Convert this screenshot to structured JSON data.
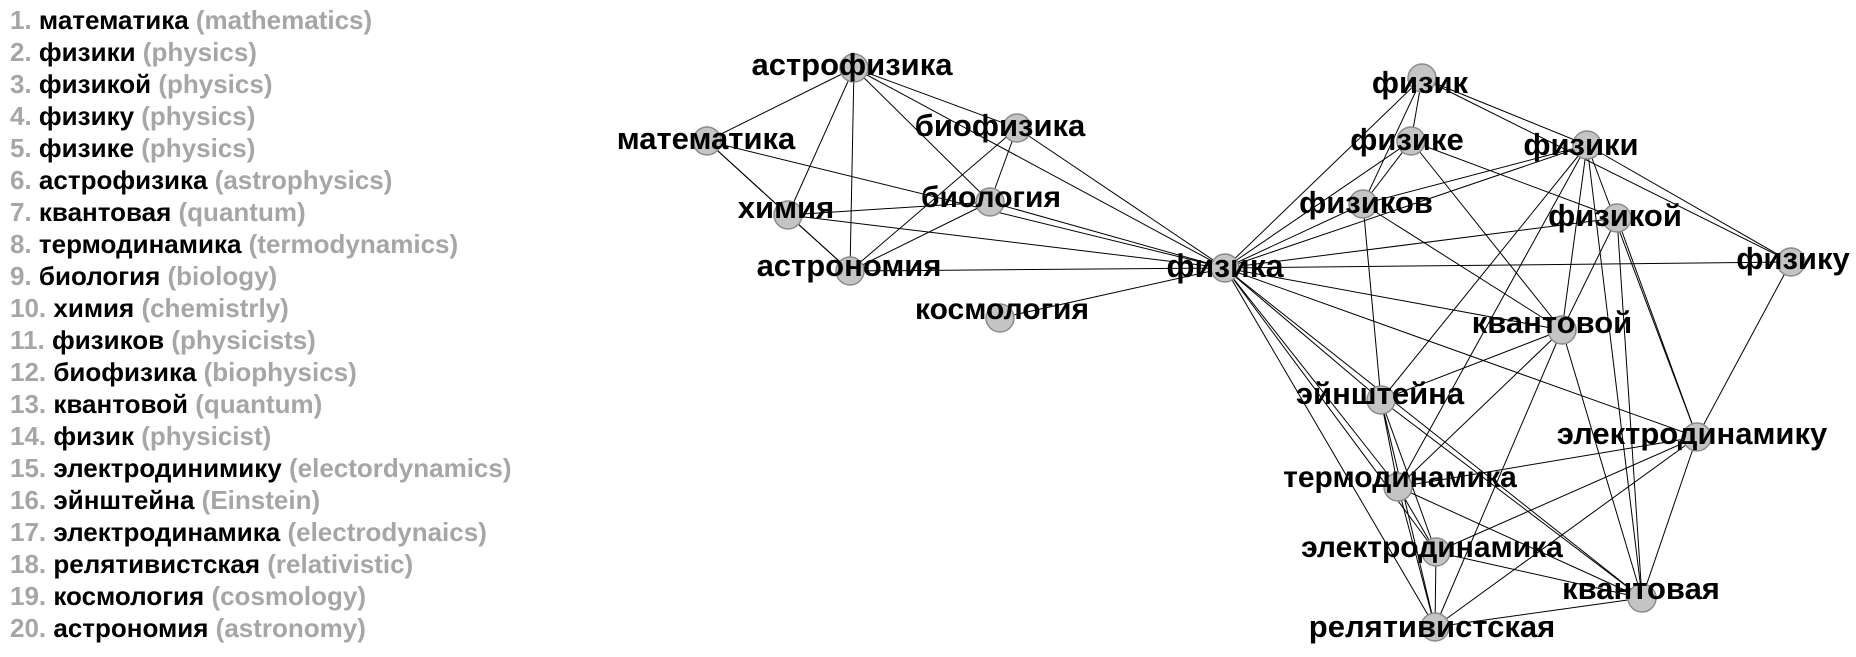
{
  "legend": [
    {
      "num": "1.",
      "term": "математика",
      "translation": "(mathematics)"
    },
    {
      "num": "2.",
      "term": "физики",
      "translation": "(physics)"
    },
    {
      "num": "3.",
      "term": "физикой",
      "translation": "(physics)"
    },
    {
      "num": "4.",
      "term": "физику",
      "translation": "(physics)"
    },
    {
      "num": "5.",
      "term": "физике",
      "translation": "(physics)"
    },
    {
      "num": "6.",
      "term": "астрофизика",
      "translation": "(astrophysics)"
    },
    {
      "num": "7.",
      "term": "квантовая",
      "translation": "(quantum)"
    },
    {
      "num": "8.",
      "term": "термодинамика",
      "translation": "(termodynamics)"
    },
    {
      "num": "9.",
      "term": "биология",
      "translation": "(biology)"
    },
    {
      "num": "10.",
      "term": "химия ",
      "translation": "(chemistrly)"
    },
    {
      "num": "11.",
      "term": "физиков",
      "translation": "(physicists)"
    },
    {
      "num": "12.",
      "term": "биофизика",
      "translation": "(biophysics)"
    },
    {
      "num": "13.",
      "term": "квантовой",
      "translation": "(quantum)"
    },
    {
      "num": "14.",
      "term": "физик",
      "translation": "(physicist)"
    },
    {
      "num": "15.",
      "term": "электродинимику",
      "translation": "(electordynamics)"
    },
    {
      "num": "16.",
      "term": "эйнштейна",
      "translation": "(Einstein)"
    },
    {
      "num": "17.",
      "term": "электродинамика",
      "translation": "(electrodynaics)"
    },
    {
      "num": "18.",
      "term": "релятивистская",
      "translation": "(relativistic)"
    },
    {
      "num": "19.",
      "term": "космология",
      "translation": "(cosmology)"
    },
    {
      "num": "20.",
      "term": "астрономия",
      "translation": "(astronomy)"
    }
  ],
  "graph": {
    "node_color": "#c4c4c4",
    "nodes": [
      {
        "id": "fizika",
        "label": "физика"
      },
      {
        "id": "astrofizika",
        "label": "астрофизика"
      },
      {
        "id": "matematika",
        "label": "математика"
      },
      {
        "id": "biofizika",
        "label": "биофизика"
      },
      {
        "id": "biologiya",
        "label": "биология"
      },
      {
        "id": "khimiya",
        "label": "химия"
      },
      {
        "id": "astronomiya",
        "label": "астрономия"
      },
      {
        "id": "kosmologiya",
        "label": "космология"
      },
      {
        "id": "fizik",
        "label": "физик"
      },
      {
        "id": "fizike",
        "label": "физике"
      },
      {
        "id": "fiziki",
        "label": "физики"
      },
      {
        "id": "fizikov",
        "label": "физиков"
      },
      {
        "id": "fizikoy",
        "label": "физикой"
      },
      {
        "id": "fiziku",
        "label": "физику"
      },
      {
        "id": "kvantovoy",
        "label": "квантовой"
      },
      {
        "id": "einshteina",
        "label": "эйнштейна"
      },
      {
        "id": "elektrodinamiku",
        "label": "электродинамику"
      },
      {
        "id": "termodinamika",
        "label": "термодинамика"
      },
      {
        "id": "elektrodinamika",
        "label": "электродинамика"
      },
      {
        "id": "kvantovaya",
        "label": "квантовая"
      },
      {
        "id": "relyativistskaya",
        "label": "релятивистская"
      }
    ],
    "edges": [
      [
        "astrofizika",
        "matematika"
      ],
      [
        "astrofizika",
        "khimiya"
      ],
      [
        "astrofizika",
        "biofizika"
      ],
      [
        "astrofizika",
        "astronomiya"
      ],
      [
        "astrofizika",
        "fizika"
      ],
      [
        "astrofizika",
        "biologiya"
      ],
      [
        "matematika",
        "khimiya"
      ],
      [
        "matematika",
        "astronomiya"
      ],
      [
        "matematika",
        "fizika"
      ],
      [
        "biofizika",
        "biologiya"
      ],
      [
        "biofizika",
        "astronomiya"
      ],
      [
        "biofizika",
        "fizika"
      ],
      [
        "biologiya",
        "khimiya"
      ],
      [
        "biologiya",
        "fizika"
      ],
      [
        "biologiya",
        "astronomiya"
      ],
      [
        "khimiya",
        "fizika"
      ],
      [
        "khimiya",
        "astronomiya"
      ],
      [
        "astronomiya",
        "fizika"
      ],
      [
        "kosmologiya",
        "fizika"
      ],
      [
        "fizika",
        "fizik"
      ],
      [
        "fizika",
        "fizike"
      ],
      [
        "fizika",
        "fiziki"
      ],
      [
        "fizika",
        "fizikov"
      ],
      [
        "fizika",
        "fizikoy"
      ],
      [
        "fizika",
        "fiziku"
      ],
      [
        "fizika",
        "kvantovoy"
      ],
      [
        "fizika",
        "einshteina"
      ],
      [
        "fizika",
        "elektrodinamiku"
      ],
      [
        "fizika",
        "termodinamika"
      ],
      [
        "fizika",
        "elektrodinamika"
      ],
      [
        "fizika",
        "kvantovaya"
      ],
      [
        "fizika",
        "relyativistskaya"
      ],
      [
        "fizik",
        "fiziki"
      ],
      [
        "fizik",
        "fizike"
      ],
      [
        "fizik",
        "fizikov"
      ],
      [
        "fizik",
        "fiziku"
      ],
      [
        "fizike",
        "fizikoy"
      ],
      [
        "fizike",
        "kvantovoy"
      ],
      [
        "fizike",
        "fizikov"
      ],
      [
        "fizikov",
        "fiziki"
      ],
      [
        "fizikov",
        "einshteina"
      ],
      [
        "fizikov",
        "kvantovoy"
      ],
      [
        "fiziki",
        "fiziku"
      ],
      [
        "fiziki",
        "kvantovoy"
      ],
      [
        "fiziki",
        "einshteina"
      ],
      [
        "fiziki",
        "termodinamika"
      ],
      [
        "fiziki",
        "kvantovaya"
      ],
      [
        "fiziki",
        "elektrodinamiku"
      ],
      [
        "fizikoy",
        "kvantovoy"
      ],
      [
        "fizikoy",
        "kvantovaya"
      ],
      [
        "fizikoy",
        "elektrodinamiku"
      ],
      [
        "fiziku",
        "elektrodinamiku"
      ],
      [
        "kvantovoy",
        "einshteina"
      ],
      [
        "kvantovoy",
        "termodinamika"
      ],
      [
        "kvantovoy",
        "relyativistskaya"
      ],
      [
        "kvantovoy",
        "kvantovaya"
      ],
      [
        "einshteina",
        "termodinamika"
      ],
      [
        "einshteina",
        "elektrodinamika"
      ],
      [
        "einshteina",
        "kvantovaya"
      ],
      [
        "einshteina",
        "relyativistskaya"
      ],
      [
        "termodinamika",
        "elektrodinamiku"
      ],
      [
        "termodinamika",
        "elektrodinamika"
      ],
      [
        "termodinamika",
        "relyativistskaya"
      ],
      [
        "termodinamika",
        "kvantovaya"
      ],
      [
        "elektrodinamiku",
        "elektrodinamika"
      ],
      [
        "elektrodinamiku",
        "kvantovaya"
      ],
      [
        "elektrodinamiku",
        "relyativistskaya"
      ],
      [
        "elektrodinamika",
        "kvantovaya"
      ],
      [
        "elektrodinamika",
        "relyativistskaya"
      ],
      [
        "kvantovaya",
        "relyativistskaya"
      ]
    ]
  }
}
